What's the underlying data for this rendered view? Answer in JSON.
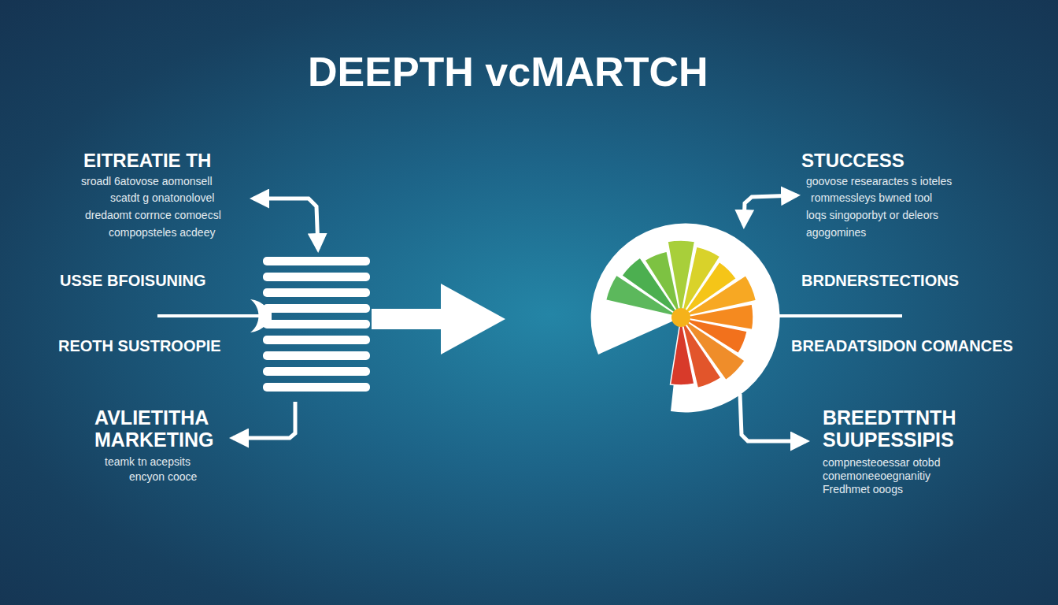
{
  "diagram": {
    "title": "DEEPTH vcMARTCH",
    "labels": [
      "EITREATIE TH",
      "sroadl 6atovose aomonsell",
      "scatdt g onatonolovel",
      "dredaomt corrnce comoecsl",
      "compopsteles acdeey",
      "USSE BFOISUNING",
      "REOTH SUSTROOPIE",
      "AVLIETITHA MARKETING",
      "teamk tn acepsits",
      "encyon cooce",
      "STUCCESS",
      "goovose researactes s ioteles",
      "rommessleys bwned tool",
      "loqs singoporbyt or deleors",
      "agogomines",
      "BRDNERSTECTIONS",
      "BREADATSIDON COMANCES",
      "BREEDTTNTH SUUPESSIPIS",
      "compnesteoessar otobd",
      "conemoneeoegnanitiy",
      "Fredhmet ooogs"
    ]
  }
}
